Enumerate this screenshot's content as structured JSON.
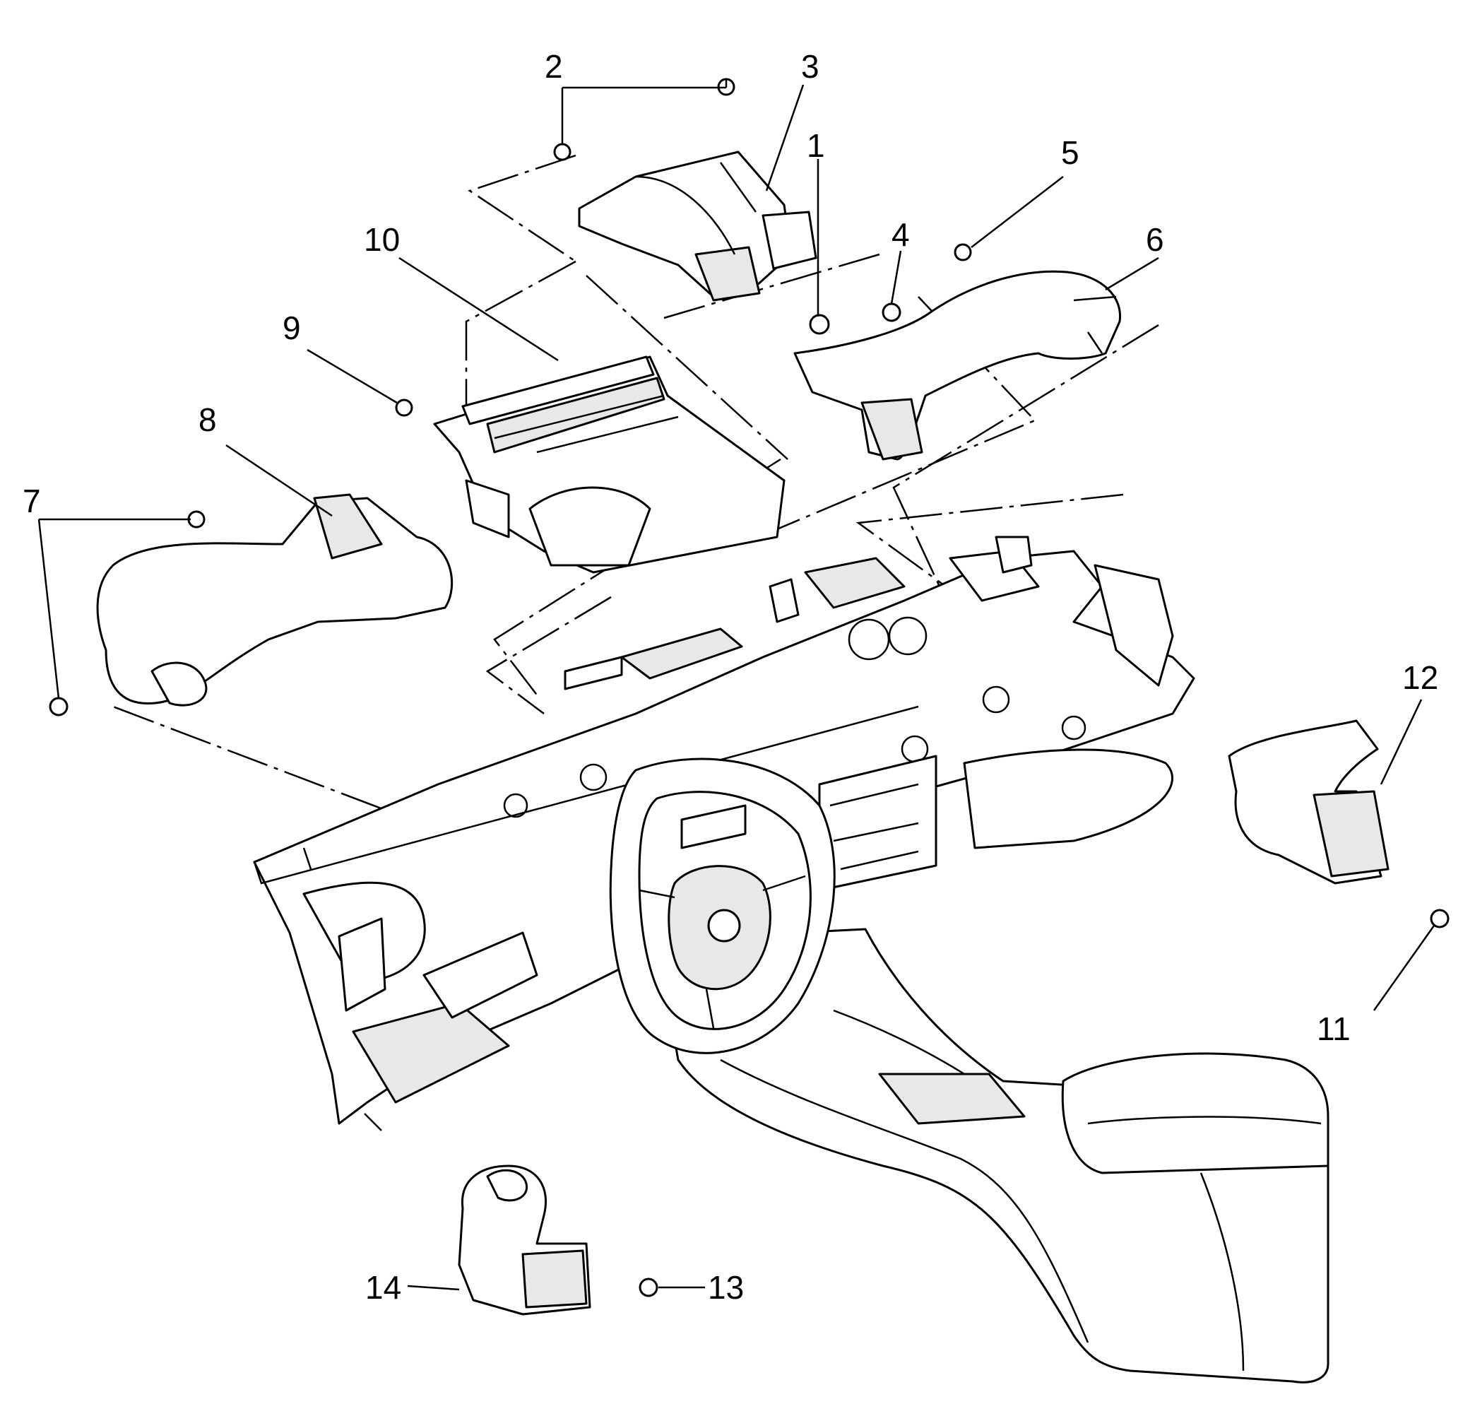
{
  "diagram": {
    "callouts": [
      {
        "id": "1",
        "label": "1"
      },
      {
        "id": "2",
        "label": "2"
      },
      {
        "id": "3",
        "label": "3"
      },
      {
        "id": "4",
        "label": "4"
      },
      {
        "id": "5",
        "label": "5"
      },
      {
        "id": "6",
        "label": "6"
      },
      {
        "id": "7",
        "label": "7"
      },
      {
        "id": "8",
        "label": "8"
      },
      {
        "id": "9",
        "label": "9"
      },
      {
        "id": "10",
        "label": "10"
      },
      {
        "id": "11",
        "label": "11"
      },
      {
        "id": "12",
        "label": "12"
      },
      {
        "id": "13",
        "label": "13"
      },
      {
        "id": "14",
        "label": "14"
      }
    ],
    "colors": {
      "line": "#000000",
      "background": "#ffffff",
      "shade": "#e8e8e8"
    }
  }
}
